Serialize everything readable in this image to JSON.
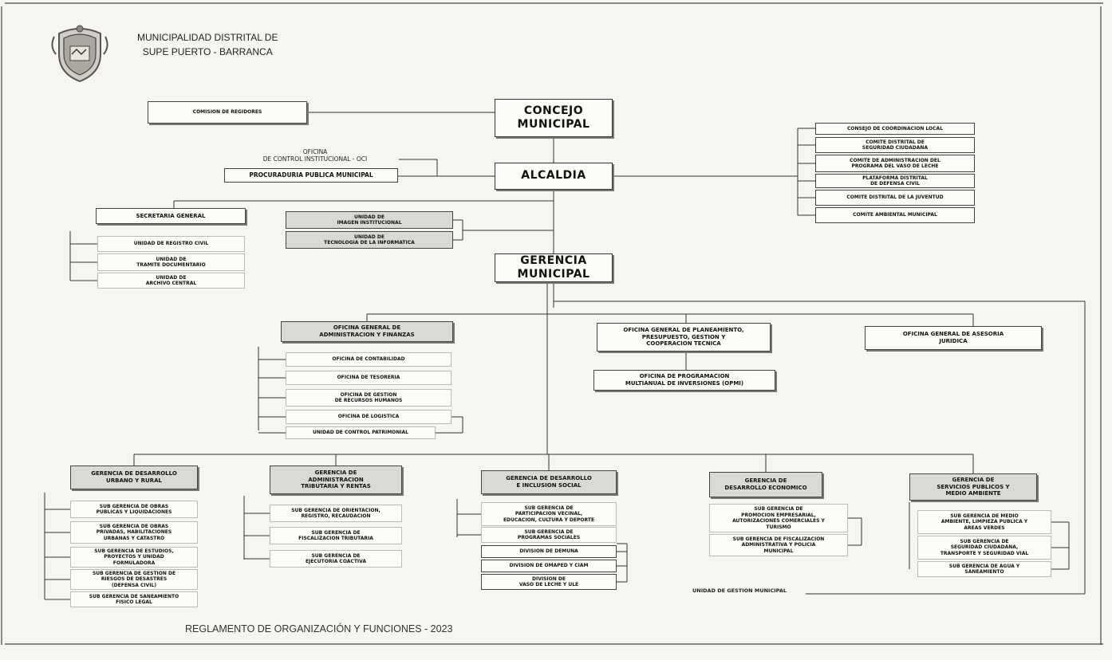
{
  "header": {
    "title": "MUNICIPALIDAD DISTRITAL DE\nSUPE PUERTO - BARRANCA"
  },
  "footer": {
    "text": "REGLAMENTO DE ORGANIZACIÓN Y FUNCIONES - 2023"
  },
  "colors": {
    "ink": "#111111",
    "box_fill": "#fbfbf8",
    "grey_fill": "#d9d9d6",
    "line": "#333333"
  },
  "top": {
    "concejo": "CONCEJO\nMUNICIPAL",
    "comision": "COMISION DE REGIDORES",
    "oci": "OFICINA\nDE CONTROL INSTITUCIONAL - OCI",
    "procuraduria": "PROCURADURIA PUBLICA MUNICIPAL",
    "alcaldia": "ALCALDIA",
    "gerencia": "GERENCIA\nMUNICIPAL"
  },
  "right_councils": [
    "CONSEJO DE COORDINACION LOCAL",
    "COMITE DISTRITAL DE\nSEGURIDAD CIUDADANA",
    "COMITE DE ADMINISTRACION DEL\nPROGRAMA DEL VASO DE LECHE",
    "PLATAFORMA DISTRITAL\nDE DEFENSA CIVIL",
    "COMITE DISTRITAL DE LA JUVENTUD",
    "COMITE AMBIENTAL MUNICIPAL"
  ],
  "secretaria": {
    "head": "SECRETARIA GENERAL",
    "units": [
      "UNIDAD DE REGISTRO CIVIL",
      "UNIDAD DE\nTRAMITE DOCUMENTARIO",
      "UNIDAD DE\nARCHIVO CENTRAL"
    ]
  },
  "support_units": [
    "UNIDAD DE\nIMAGEN INSTITUCIONAL",
    "UNIDAD DE\nTECNOLOGIA DE LA INFORMATICA"
  ],
  "administracion": {
    "head": "OFICINA GENERAL DE\nADMINISTRACION Y FINANZAS",
    "units": [
      "OFICINA DE CONTABILIDAD",
      "OFICINA DE TESORERIA",
      "OFICINA DE GESTION\nDE RECURSOS HUMANOS",
      "OFICINA DE LOGISTICA",
      "UNIDAD DE CONTROL PATRIMONIAL"
    ]
  },
  "planeamiento": {
    "head": "OFICINA GENERAL DE PLANEAMIENTO,\nPRESUPUESTO, GESTION Y\nCOOPERACION TECNICA",
    "sub": "OFICINA DE PROGRAMACION\nMULTIANUAL DE INVERSIONES (OPMI)"
  },
  "asesoria": "OFICINA GENERAL DE ASESORIA\nJURIDICA",
  "unidad_gestion": "UNIDAD DE GESTION MUNICIPAL",
  "gerencias": [
    {
      "name": "GERENCIA DE DESARROLLO\nURBANO Y RURAL",
      "units": [
        "SUB GERENCIA DE OBRAS\nPUBLICAS Y LIQUIDACIONES",
        "SUB GERENCIA DE OBRAS\nPRIVADAS, HABILITACIONES\nURBANAS Y CATASTRO",
        "SUB GERENCIA DE ESTUDIOS,\nPROYECTOS Y UNIDAD\nFORMULADORA",
        "SUB GERENCIA DE GESTION DE\nRIESGOS DE DESASTRES\n(DEFENSA CIVIL)",
        "SUB GERENCIA DE SANEAMIENTO\nFISICO LEGAL"
      ]
    },
    {
      "name": "GERENCIA DE\nADMINISTRACION\nTRIBUTARIA Y RENTAS",
      "units": [
        "SUB GERENCIA DE ORIENTACION,\nREGISTRO, RECAUDACION",
        "SUB GERENCIA DE\nFISCALIZACION TRIBUTARIA",
        "SUB GERENCIA DE\nEJECUTORIA COACTIVA"
      ]
    },
    {
      "name": "GERENCIA DE DESARROLLO\nE INCLUSION SOCIAL",
      "units": [
        "SUB GERENCIA DE\nPARTICIPACION VECINAL,\nEDUCACION, CULTURA Y DEPORTE",
        "SUB GERENCIA DE\nPROGRAMAS SOCIALES",
        "DIVISION DE DEMUNA",
        "DIVISION DE OMAPED Y CIAM",
        "DIVISION DE\nVASO DE LECHE Y ULE"
      ]
    },
    {
      "name": "GERENCIA DE\nDESARROLLO ECONOMICO",
      "units": [
        "SUB GERENCIA DE\nPROMOCION EMPRESARIAL,\nAUTORIZACIONES COMERCIALES Y\nTURISMO",
        "SUB GERENCIA DE FISCALIZACION\nADMINISTRATIVA Y POLICIA\nMUNICIPAL"
      ]
    },
    {
      "name": "GERENCIA DE\nSERVICIOS PUBLICOS Y\nMEDIO AMBIENTE",
      "units": [
        "SUB GERENCIA DE MEDIO\nAMBIENTE, LIMPIEZA PUBLICA Y\nAREAS VERDES",
        "SUB GERENCIA DE\nSEGURIDAD CIUDADANA,\nTRANSPORTE Y SEGURIDAD VIAL",
        "SUB GERENCIA DE AGUA Y\nSANEAMIENTO"
      ]
    }
  ]
}
